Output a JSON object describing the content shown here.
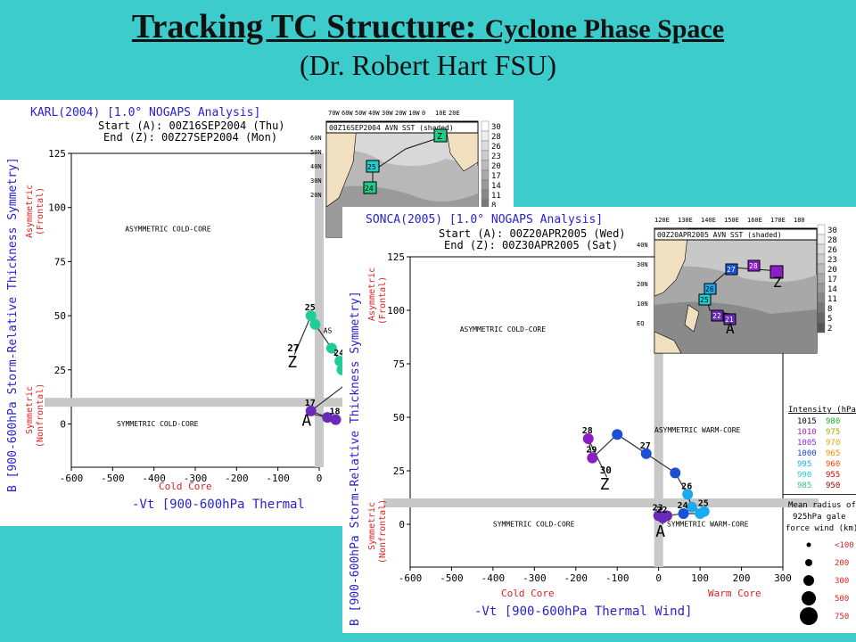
{
  "slide": {
    "title_main": "Tracking TC Structure: ",
    "title_sub": "Cyclone Phase Space",
    "subtitle": "(Dr. Robert Hart FSU)"
  },
  "chart_data": [
    {
      "type": "scatter",
      "title": "KARL(2004) [1.0° NOGAPS Analysis]",
      "start": "Start (A): 00Z16SEP2004 (Thu)",
      "end": "End (Z): 00Z27SEP2004 (Mon)",
      "ylabel": "B [900-600hPa Storm-Relative Thickness Symmetry]",
      "xlabel": "-Vt [900-600hPa Thermal",
      "y_upper_label": [
        "Asymmetric",
        "(Frontal)"
      ],
      "y_lower_label": [
        "Symmetric",
        "(Nonfrontal)"
      ],
      "x_left_label": "Cold Core",
      "xlim": [
        -600,
        0
      ],
      "ylim": [
        -20,
        125
      ],
      "xticks": [
        -600,
        -500,
        -400,
        -300,
        -200,
        -100,
        0
      ],
      "yticks": [
        0,
        25,
        50,
        75,
        100,
        125
      ],
      "quadrants": [
        "ASYMMETRIC COLD-CORE",
        "SYMMETRIC COLD-CORE",
        "AS"
      ],
      "inset_title": "00Z16SEP2004 AVN SST (shaded)",
      "inset_lon_labels": [
        "70W",
        "60W",
        "50W",
        "40W",
        "30W",
        "20W",
        "10W",
        "0",
        "10E",
        "20E"
      ],
      "inset_lat_labels": [
        "60N",
        "50N",
        "40N",
        "30N",
        "20N"
      ],
      "inset_track_labels": [
        "Z",
        "25",
        "24"
      ],
      "sst_scale": [
        "30",
        "28",
        "26",
        "23",
        "20",
        "17",
        "14",
        "11",
        "8",
        "5",
        "2"
      ],
      "points": [
        {
          "x": -20,
          "y": 50,
          "label": "25"
        },
        {
          "x": -10,
          "y": 46,
          "label": ""
        },
        {
          "x": 30,
          "y": 35,
          "label": ""
        },
        {
          "x": 50,
          "y": 29,
          "label": "24"
        },
        {
          "x": 55,
          "y": 25,
          "label": ""
        },
        {
          "x": 90,
          "y": 22,
          "label": ""
        },
        {
          "x": -20,
          "y": 6,
          "label": "17"
        },
        {
          "x": 20,
          "y": 3,
          "label": ""
        },
        {
          "x": 40,
          "y": 2,
          "label": "18"
        }
      ],
      "end_point": {
        "x": -60,
        "y": 32,
        "label": "27",
        "marker": "Z"
      },
      "start_point": {
        "x": -25,
        "y": 5,
        "marker": "A"
      },
      "colors": {
        "track": "#22cc99",
        "early": "#6a2ab8"
      }
    },
    {
      "type": "scatter",
      "title": "SONCA(2005) [1.0° NOGAPS Analysis]",
      "start": "Start (A): 00Z20APR2005 (Wed)",
      "end": "End (Z): 00Z30APR2005 (Sat)",
      "ylabel": "B [900-600hPa Storm-Relative Thickness Symmetry]",
      "xlabel": "-Vt [900-600hPa Thermal Wind]",
      "y_upper_label": [
        "Asymmetric",
        "(Frontal)"
      ],
      "y_lower_label": [
        "Symmetric",
        "(Nonfrontal)"
      ],
      "x_left_label": "Cold Core",
      "x_right_label": "Warm Core",
      "xlim": [
        -600,
        300
      ],
      "ylim": [
        -20,
        125
      ],
      "xticks": [
        -600,
        -500,
        -400,
        -300,
        -200,
        -100,
        0,
        100,
        200,
        300
      ],
      "yticks": [
        0,
        25,
        50,
        75,
        100,
        125
      ],
      "quadrants": [
        "ASYMMETRIC COLD-CORE",
        "ASYMMETRIC WARM-CORE",
        "SYMMETRIC COLD-CORE",
        "SYMMETRIC WARM-CORE"
      ],
      "inset_title": "00Z20APR2005 AVN SST (shaded)",
      "inset_lon_labels": [
        "120E",
        "130E",
        "140E",
        "150E",
        "160E",
        "170E",
        "180"
      ],
      "inset_lat_labels": [
        "40N",
        "30N",
        "20N",
        "10N",
        "EQ"
      ],
      "inset_track_labels": [
        "28",
        "27",
        "26",
        "25",
        "22",
        "21",
        "A",
        "Z"
      ],
      "sst_scale": [
        "30",
        "28",
        "26",
        "23",
        "20",
        "17",
        "14",
        "11",
        "8",
        "5",
        "2"
      ],
      "points": [
        {
          "x": -170,
          "y": 40,
          "label": "28"
        },
        {
          "x": -160,
          "y": 31,
          "label": "29"
        },
        {
          "x": -100,
          "y": 42,
          "label": ""
        },
        {
          "x": -30,
          "y": 33,
          "label": "27"
        },
        {
          "x": 40,
          "y": 24,
          "label": ""
        },
        {
          "x": 70,
          "y": 14,
          "label": "26"
        },
        {
          "x": 80,
          "y": 8,
          "label": ""
        },
        {
          "x": 110,
          "y": 6,
          "label": "25"
        },
        {
          "x": 100,
          "y": 5,
          "label": ""
        },
        {
          "x": 60,
          "y": 5,
          "label": "24"
        },
        {
          "x": 20,
          "y": 4,
          "label": ""
        },
        {
          "x": 0,
          "y": 4,
          "label": "23"
        },
        {
          "x": 10,
          "y": 3,
          "label": "22"
        }
      ],
      "end_point": {
        "x": -125,
        "y": 22,
        "label": "30",
        "marker": "Z"
      },
      "start_point": {
        "x": 10,
        "y": 0,
        "marker": "A"
      },
      "colors": {
        "track": "#1a4fd6",
        "early": "#6a2ab8",
        "late": "#8b1ec4"
      }
    }
  ],
  "legend": {
    "intensity_title": "Intensity (hPa):",
    "intensity_rows": [
      {
        "a": "1015",
        "b": "980",
        "ca": "#000000",
        "cb": "#22aa22"
      },
      {
        "a": "1010",
        "b": "975",
        "ca": "#aa22aa",
        "cb": "#aaaa00"
      },
      {
        "a": "1005",
        "b": "970",
        "ca": "#8a2be2",
        "cb": "#ddaa00"
      },
      {
        "a": "1000",
        "b": "965",
        "ca": "#1a3fd6",
        "cb": "#ff8800"
      },
      {
        "a": "995",
        "b": "960",
        "ca": "#1aaaee",
        "cb": "#ff4400"
      },
      {
        "a": "990",
        "b": "955",
        "ca": "#22cccc",
        "cb": "#dd0000"
      },
      {
        "a": "985",
        "b": "950",
        "ca": "#22cc88",
        "cb": "#aa0000"
      }
    ],
    "radius_title": [
      "Mean radius of",
      "925hPa gale",
      "force wind (km):"
    ],
    "radius_labels": [
      "<100",
      "200",
      "300",
      "500",
      "750"
    ]
  }
}
